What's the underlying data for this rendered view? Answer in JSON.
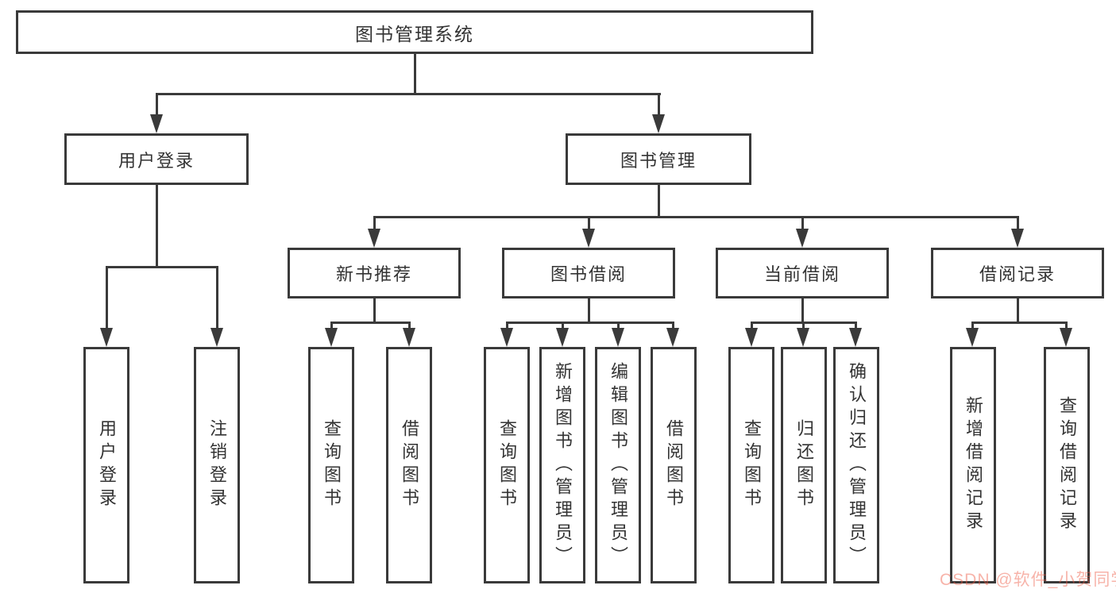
{
  "tree": {
    "root": {
      "label": "图书管理系统"
    },
    "branches": [
      {
        "label": "用户登录",
        "children": [
          {
            "label": "用户登录"
          },
          {
            "label": "注销登录"
          }
        ]
      },
      {
        "label": "图书管理",
        "children": [
          {
            "label": "新书推荐",
            "children": [
              {
                "label": "查询图书"
              },
              {
                "label": "借阅图书"
              }
            ]
          },
          {
            "label": "图书借阅",
            "children": [
              {
                "label": "查询图书"
              },
              {
                "label": "新增图书（管理员）"
              },
              {
                "label": "编辑图书（管理员）"
              },
              {
                "label": "借阅图书"
              }
            ]
          },
          {
            "label": "当前借阅",
            "children": [
              {
                "label": "查询图书"
              },
              {
                "label": "归还图书"
              },
              {
                "label": "确认归还（管理员）"
              }
            ]
          },
          {
            "label": "借阅记录",
            "children": [
              {
                "label": "新增借阅记录"
              },
              {
                "label": "查询借阅记录"
              }
            ]
          }
        ]
      }
    ]
  },
  "watermark": {
    "text": "CSDN @软件_小贺同学",
    "color": "#ed5640"
  },
  "colors": {
    "line": "#3a3a3a",
    "background": "#ffffff",
    "text": "#333333"
  }
}
